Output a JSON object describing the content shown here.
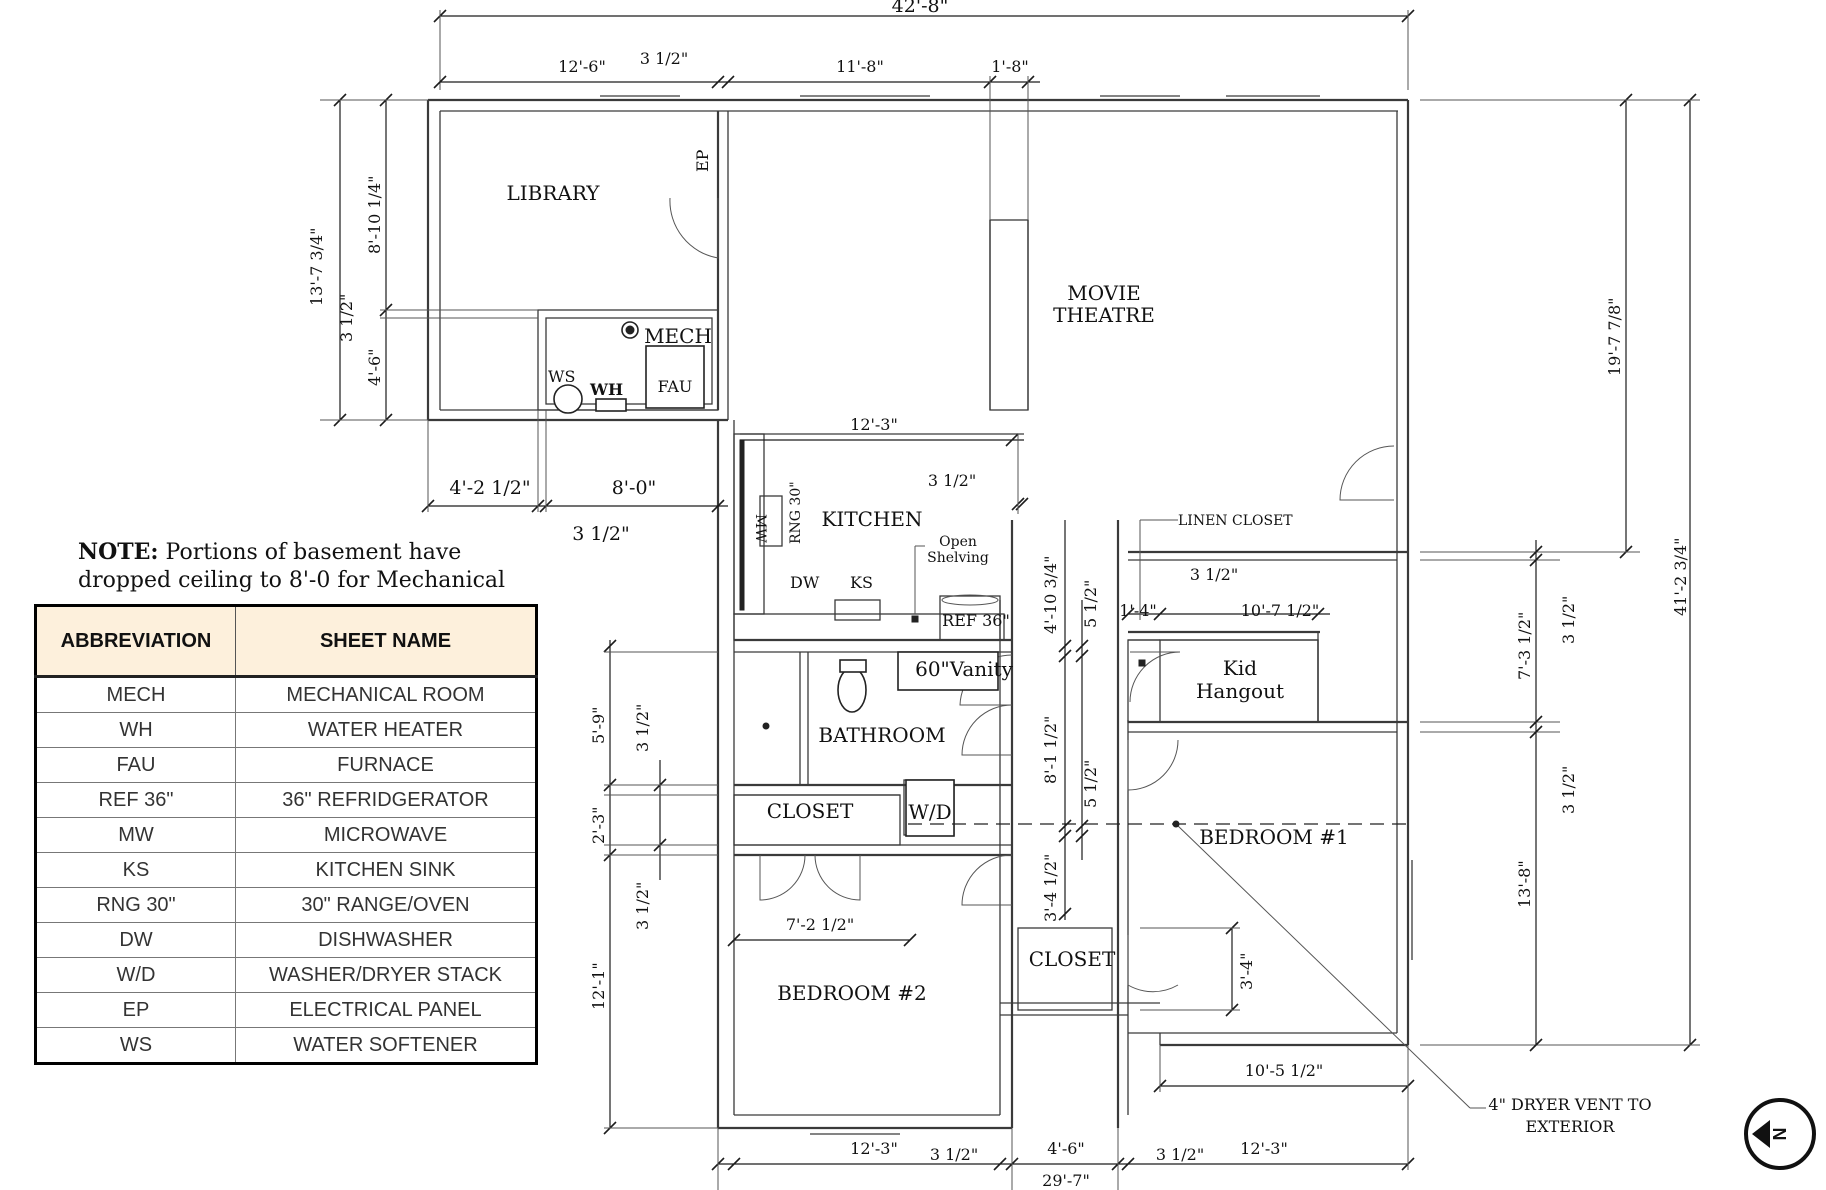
{
  "plan": {
    "rooms": {
      "library": "LIBRARY",
      "mech": "MECH",
      "movie_theatre_1": "MOVIE",
      "movie_theatre_2": "THEATRE",
      "kitchen": "KITCHEN",
      "bathroom": "BATHROOM",
      "closet_hall": "CLOSET",
      "closet_bed2": "CLOSET",
      "bedroom_2": "BEDROOM #2",
      "bedroom_1": "BEDROOM #1",
      "kid_hangout_1": "Kid",
      "kid_hangout_2": "Hangout",
      "linen_closet": "LINEN CLOSET"
    },
    "fixtures": {
      "ep": "EP",
      "ws": "WS",
      "wh": "WH",
      "fau": "FAU",
      "mw": "MW",
      "rng": "RNG 30\"",
      "dw": "DW",
      "ks": "KS",
      "open_shelving_1": "Open",
      "open_shelving_2": "Shelving",
      "ref": "REF 36\"",
      "vanity": "60\"Vanity",
      "wd": "W/D"
    },
    "dryer_vent_1": "4\" DRYER VENT TO",
    "dryer_vent_2": "EXTERIOR",
    "dimensions": {
      "top_overall": "42'-8\"",
      "top_library": "12'-6\"",
      "top_wall_1": "3 1/2\"",
      "top_middle": "11'-8\"",
      "top_right": "1'-8\"",
      "left_library": "8'-10 1/4\"",
      "left_overall": "13'-7 3/4\"",
      "left_wall": "3 1/2\"",
      "left_mech": "4'-6\"",
      "mech_width_left": "4'-2 1/2\"",
      "mech_width": "8'-0\"",
      "mech_wall": "3 1/2\"",
      "kitchen_width": "12'-3\"",
      "kitchen_wall": "3 1/2\"",
      "hall_upper": "4'-10 3/4\"",
      "hall_wall_1": "5 1/2\"",
      "linen_wall": "3 1/2\"",
      "linen_width": "1'-4\"",
      "kid_width": "10'-7 1/2\"",
      "right_theatre": "19'-7 7/8\"",
      "right_overall": "41'-2 3/4\"",
      "right_kid": "7'-3 1/2\"",
      "right_wall_1": "3 1/2\"",
      "right_wall_2": "3 1/2\"",
      "right_bed1": "13'-8\"",
      "bath_left": "5'-9\"",
      "bath_wall": "3 1/2\"",
      "hall_mid": "8'-1 1/2\"",
      "hall_wall_2": "5 1/2\"",
      "closet_left": "2'-3\"",
      "left_wall_2": "3 1/2\"",
      "hall_lower": "3'-4 1/2\"",
      "bed2_width": "7'-2 1/2\"",
      "bed2_depth": "12'-1\"",
      "closet_depth": "3'-4\"",
      "bed1_width": "10'-5 1/2\"",
      "bottom_bed2": "12'-3\"",
      "bottom_wall_1": "3 1/2\"",
      "bottom_hall": "4'-6\"",
      "bottom_wall_2": "3 1/2\"",
      "bottom_bed1": "12'-3\"",
      "bottom_overall": "29'-7\""
    }
  },
  "note": {
    "label": "NOTE:",
    "text": "Portions of basement have dropped ceiling to 8'-0 for Mechanical"
  },
  "table": {
    "headers": [
      "ABBREVIATION",
      "SHEET NAME"
    ],
    "rows": [
      [
        "MECH",
        "MECHANICAL ROOM"
      ],
      [
        "WH",
        "WATER HEATER"
      ],
      [
        "FAU",
        "FURNACE"
      ],
      [
        "REF 36\"",
        "36\" REFRIDGERATOR"
      ],
      [
        "MW",
        "MICROWAVE"
      ],
      [
        "KS",
        "KITCHEN SINK"
      ],
      [
        "RNG 30\"",
        "30\" RANGE/OVEN"
      ],
      [
        "DW",
        "DISHWASHER"
      ],
      [
        "W/D",
        "WASHER/DRYER STACK"
      ],
      [
        "EP",
        "ELECTRICAL PANEL"
      ],
      [
        "WS",
        "WATER SOFTENER"
      ]
    ]
  },
  "north_arrow": "N"
}
